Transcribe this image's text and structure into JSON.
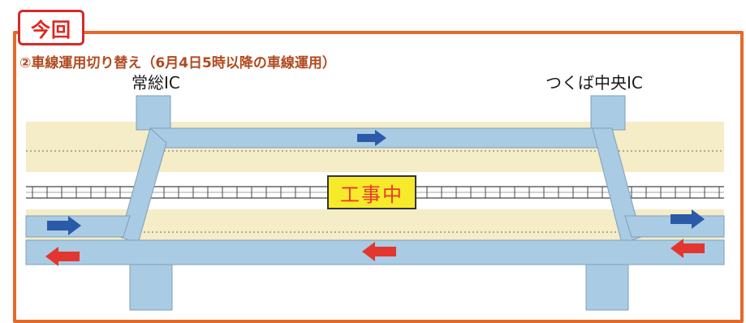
{
  "header": {
    "tag": "今回",
    "subtitle": "②車線運用切り替え（6月4日5時以降の車線運用）"
  },
  "interchanges": {
    "left": "常総IC",
    "right": "つくば中央IC"
  },
  "construction_label": "工事中",
  "arrows": [
    {
      "name": "top-lane-arrow",
      "direction": "right",
      "color": "#2a5aa8"
    },
    {
      "name": "left-entry-arrow",
      "direction": "right",
      "color": "#2a5aa8"
    },
    {
      "name": "right-exit-arrow",
      "direction": "right",
      "color": "#2a5aa8"
    },
    {
      "name": "bottom-lane-arrow",
      "direction": "left",
      "color": "#e2362f"
    },
    {
      "name": "left-exit-arrow",
      "direction": "left",
      "color": "#e2362f"
    },
    {
      "name": "right-entry-arrow",
      "direction": "left",
      "color": "#e2362f"
    }
  ],
  "colors": {
    "frame": "#e46a2c",
    "lane": "#a9cbe3",
    "road_surface": "#f5ecc8",
    "tag_text": "#e0251f"
  }
}
